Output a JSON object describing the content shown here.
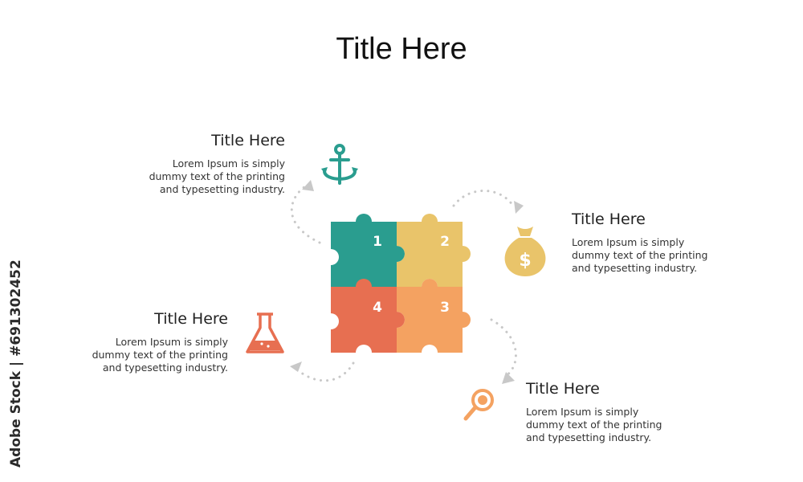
{
  "main_title": "Title Here",
  "blocks": [
    {
      "title": "Title Here",
      "lines": [
        "Lorem Ipsum is simply",
        "dummy text of the printing",
        "and typesetting industry."
      ]
    },
    {
      "title": "Title Here",
      "lines": [
        "Lorem Ipsum is simply",
        "dummy text of the printing",
        "and typesetting industry."
      ]
    },
    {
      "title": "Title Here",
      "lines": [
        "Lorem Ipsum is simply",
        "dummy text of the printing",
        "and typesetting industry."
      ]
    },
    {
      "title": "Title Here",
      "lines": [
        "Lorem Ipsum is simply",
        "dummy text of the printing",
        "and typesetting industry."
      ]
    }
  ],
  "pieces": [
    {
      "number": "1",
      "color": "#2a9d8f"
    },
    {
      "number": "2",
      "color": "#e9c46a"
    },
    {
      "number": "3",
      "color": "#f4a261"
    },
    {
      "number": "4",
      "color": "#e76f51"
    }
  ],
  "icons": {
    "anchor": {
      "name": "anchor-icon",
      "color": "#2a9d8f"
    },
    "money_bag": {
      "name": "money-bag-icon",
      "color": "#e9c46a",
      "symbol": "$"
    },
    "flask": {
      "name": "flask-icon",
      "color": "#e76f51"
    },
    "magnifier": {
      "name": "magnifier-icon",
      "color": "#f4a261"
    }
  },
  "watermark": "Adobe Stock | #691302452"
}
